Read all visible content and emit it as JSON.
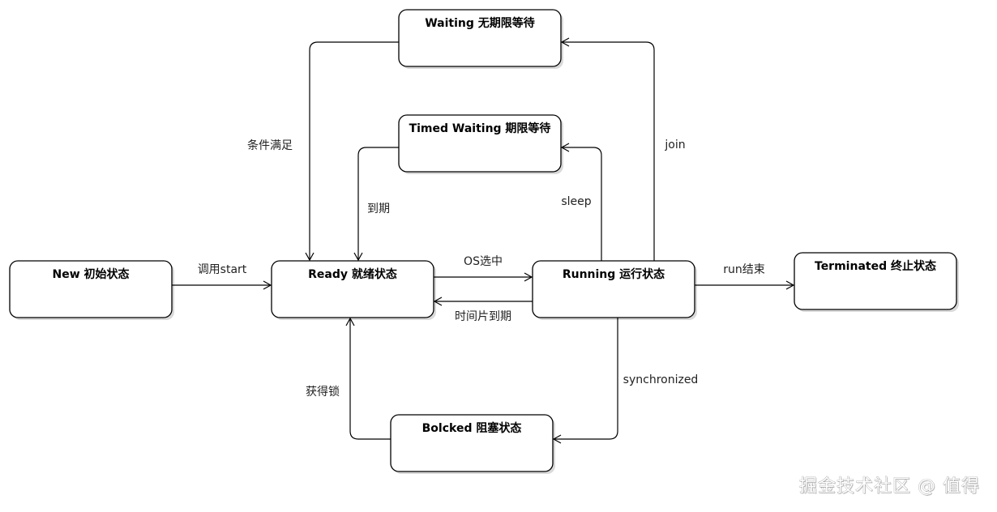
{
  "nodes": {
    "new": "New 初始状态",
    "ready": "Ready 就绪状态",
    "running": "Running 运行状态",
    "terminated": "Terminated 终止状态",
    "waiting": "Waiting 无期限等待",
    "timed_waiting": "Timed Waiting 期限等待",
    "blocked": "Bolcked 阻塞状态"
  },
  "edges": {
    "new_to_ready": "调用start",
    "ready_to_running": "OS选中",
    "running_to_ready": "时间片到期",
    "running_to_terminated": "run结束",
    "running_to_waiting": "join",
    "waiting_to_ready": "条件满足",
    "running_to_timed_waiting": "sleep",
    "timed_waiting_to_ready": "到期",
    "running_to_blocked": "synchronized",
    "blocked_to_ready": "获得锁"
  },
  "watermark": "掘金技术社区 @ 值得"
}
